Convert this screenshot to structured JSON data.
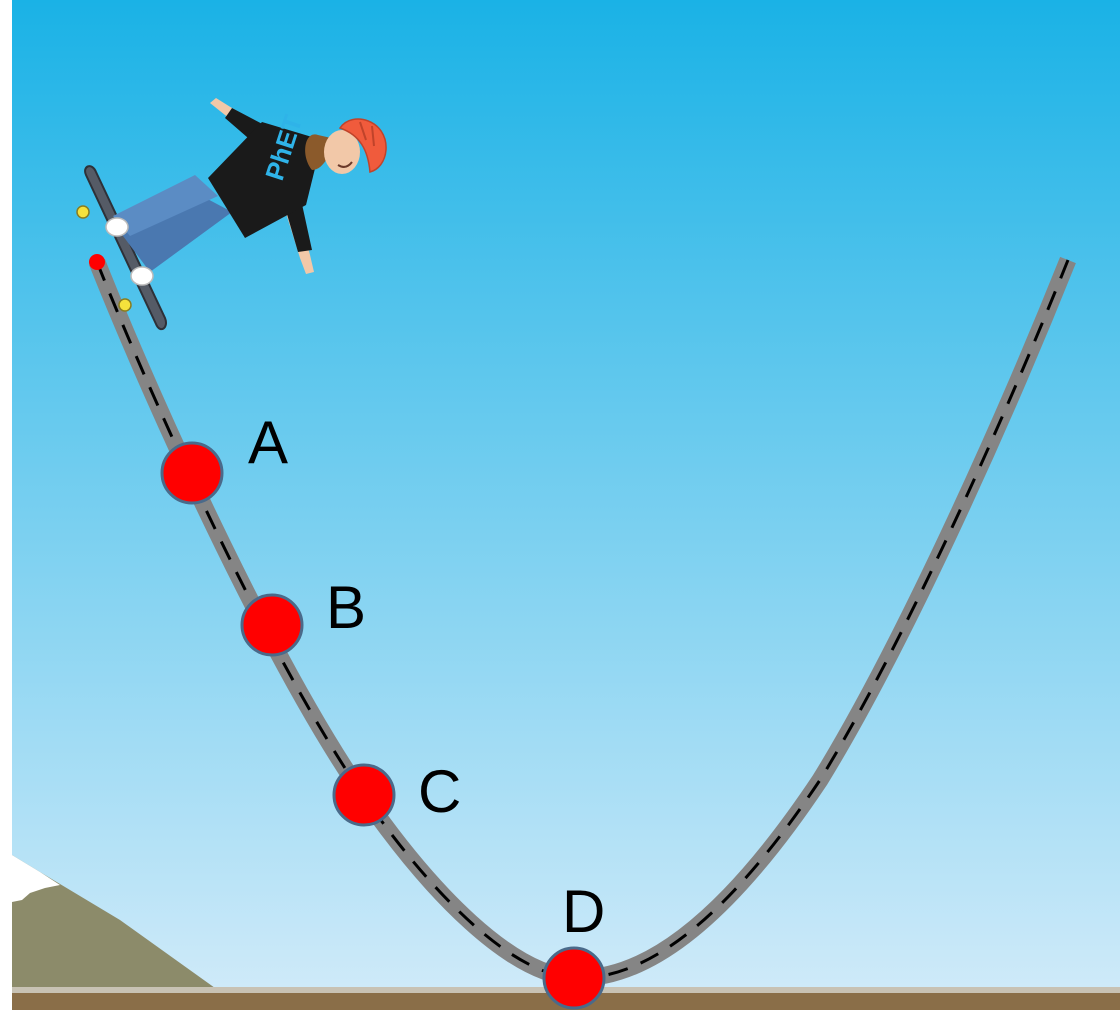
{
  "colors": {
    "sky_top": "#1ab2e6",
    "sky_bottom": "#cfeaf9",
    "track": "#858585",
    "track_dash": "#000000",
    "marker": "#ff0000",
    "marker_stroke": "#4a6a8a",
    "ground": "#8a6e48",
    "ground_top": "#c8c2b4",
    "mountain": "#8c8b6a",
    "snow": "#ffffff",
    "helmet": "#f05b3c",
    "shirt": "#1a1a1a",
    "jeans": "#4a78b0",
    "hair": "#8b5a2b",
    "skateboard": "#555b66",
    "wheel": "#f5e23c"
  },
  "track_start_marker": "start-dot",
  "skater": {
    "shirt_logo": "PhET",
    "icon": "skater-figure"
  },
  "points": [
    {
      "label": "A"
    },
    {
      "label": "B"
    },
    {
      "label": "C"
    },
    {
      "label": "D"
    }
  ]
}
